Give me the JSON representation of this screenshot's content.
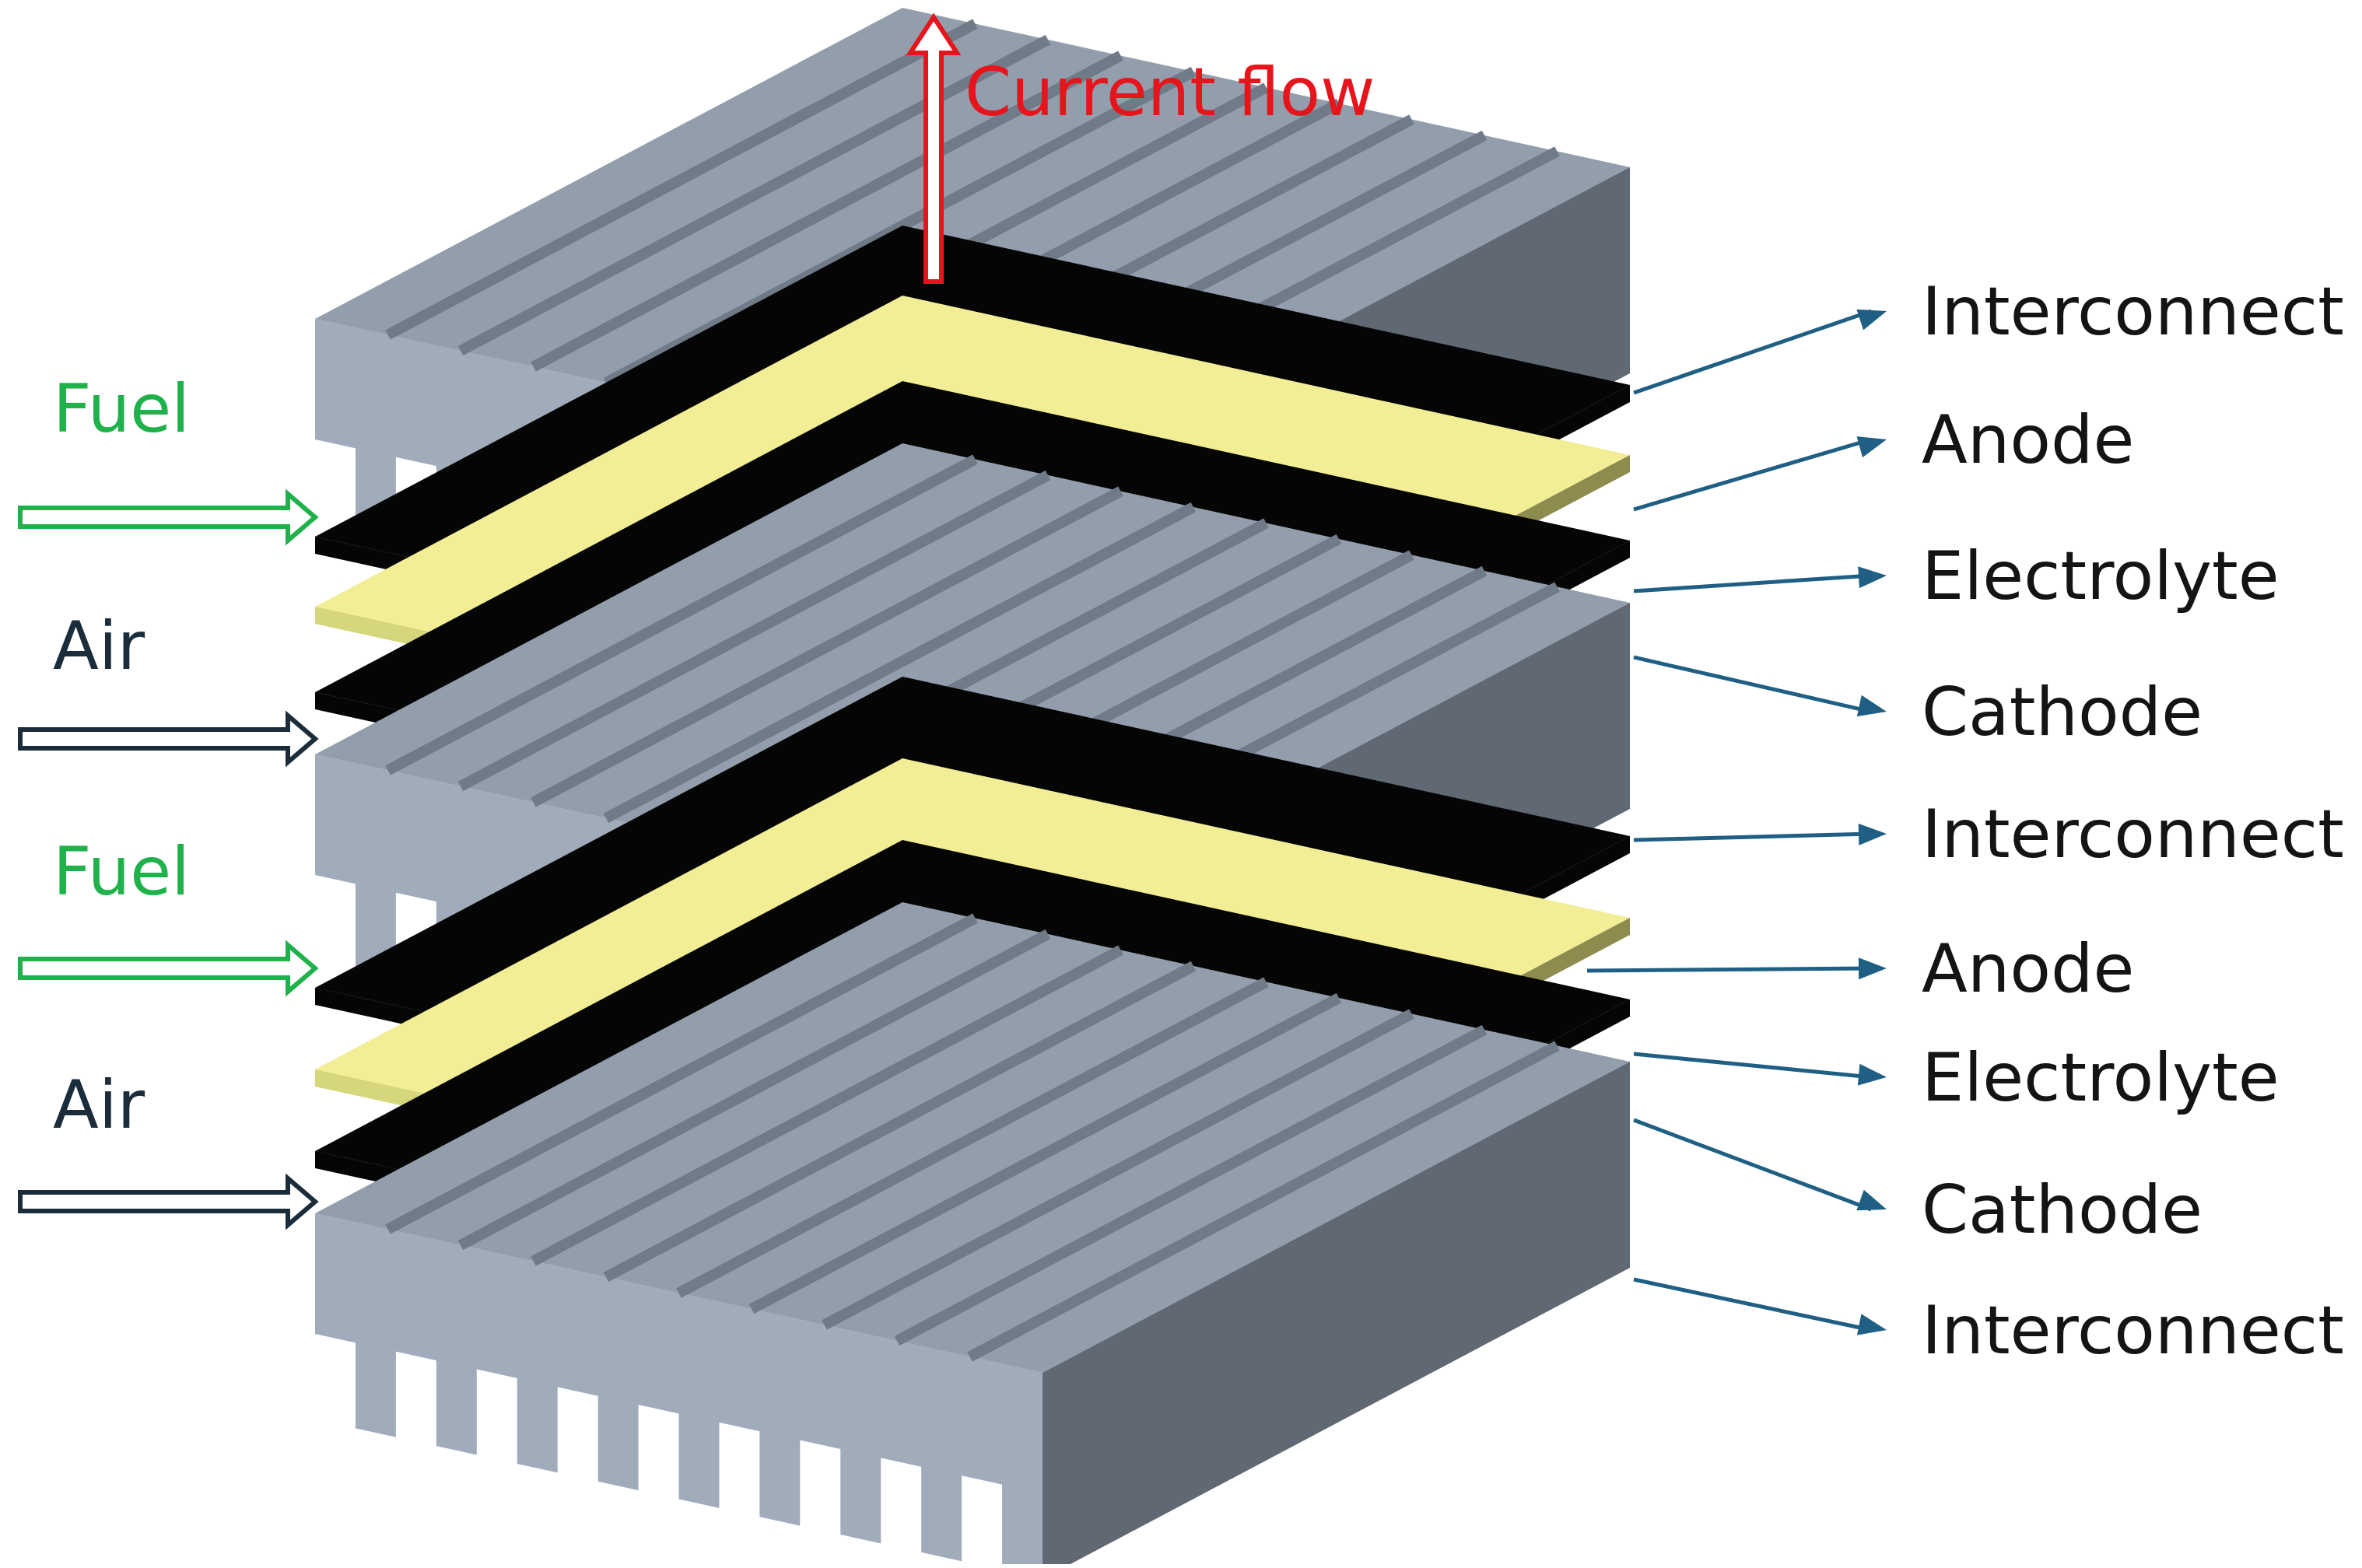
{
  "current": {
    "label": "Current flow",
    "color": "#e8141c"
  },
  "inlets": [
    {
      "label": "Fuel",
      "color": "#1fb14a"
    },
    {
      "label": "Air",
      "color": "#1b2c3a"
    },
    {
      "label": "Fuel",
      "color": "#1fb14a"
    },
    {
      "label": "Air",
      "color": "#1b2c3a"
    }
  ],
  "layer_labels": [
    "Interconnect",
    "Anode",
    "Electrolyte",
    "Cathode",
    "Interconnect",
    "Anode",
    "Electrolyte",
    "Cathode",
    "Interconnect"
  ],
  "colors": {
    "interconnect_front": "#a0acba",
    "interconnect_top": "#929eac",
    "interconnect_side": "#5f6873",
    "interconnect_groove": "#707b88",
    "electrode": "#050505",
    "electrolyte_top": "#f2ee96",
    "electrolyte_front": "#d6d67c",
    "electrolyte_side": "#8d8c4e",
    "leader": "#1f5f84",
    "label_text": "#141414"
  }
}
